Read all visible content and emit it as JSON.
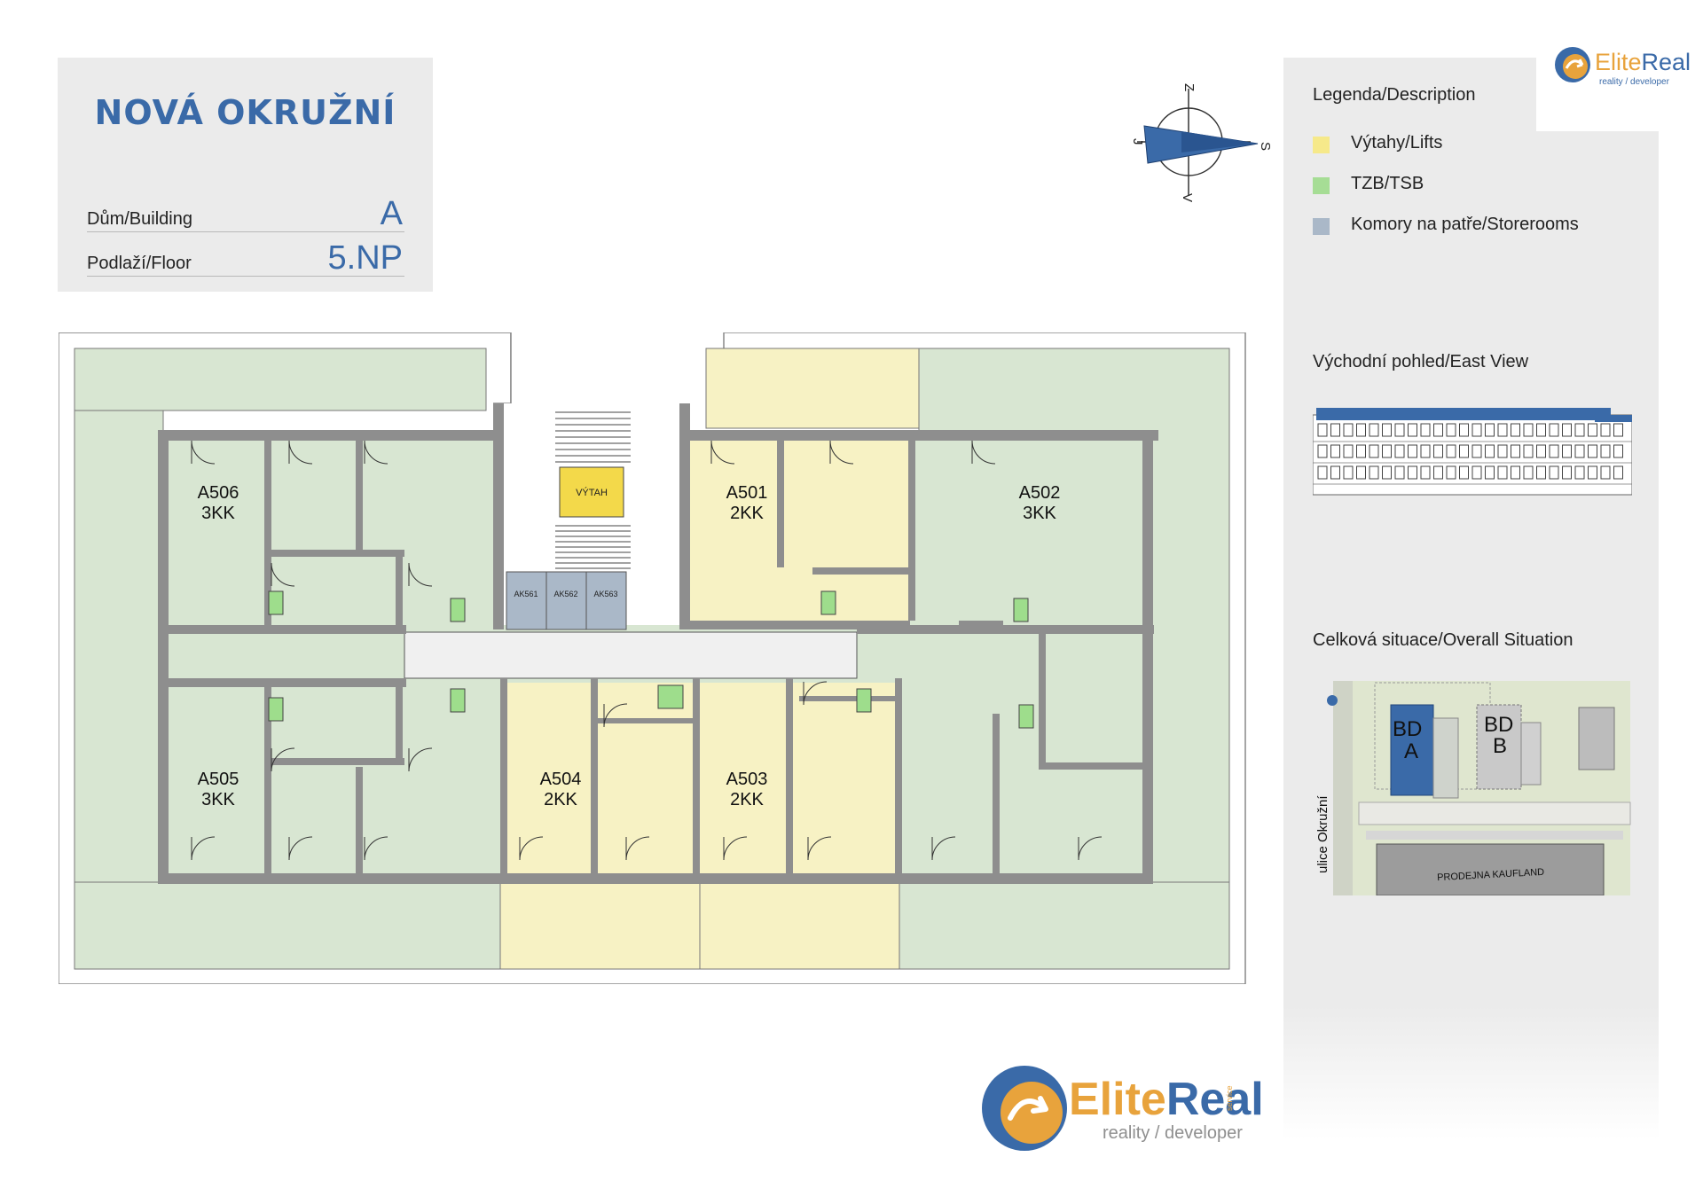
{
  "header": {
    "title": "NOVÁ OKRUŽNÍ",
    "building_label": "Dům/Building",
    "building_value": "A",
    "floor_label": "Podlaží/Floor",
    "floor_value": "5.NP"
  },
  "compass": {
    "letters": [
      "S",
      "J",
      "Z",
      "V"
    ]
  },
  "legend": {
    "title": "Legenda/Description",
    "items": [
      {
        "label": "Výtahy/Lifts",
        "color": "#f6e98a"
      },
      {
        "label": "TZB/TSB",
        "color": "#a6dd95"
      },
      {
        "label": "Komory na patře/Storerooms",
        "color": "#aab8c8"
      }
    ]
  },
  "east_view": {
    "title": "Východní pohled/East View"
  },
  "situation": {
    "title": "Celková situace/Overall Situation",
    "street": "ulice Okružní",
    "building_a": [
      "BD",
      "A"
    ],
    "building_b": [
      "BD",
      "B"
    ],
    "store": "PRODEJNA KAUFLAND"
  },
  "plan": {
    "lift_label": "VÝTAH",
    "storerooms": [
      "AK561",
      "AK562",
      "AK563"
    ],
    "apartments": [
      {
        "id": "A506",
        "type": "3KK"
      },
      {
        "id": "A501",
        "type": "2KK"
      },
      {
        "id": "A502",
        "type": "3KK"
      },
      {
        "id": "A505",
        "type": "3KK"
      },
      {
        "id": "A504",
        "type": "2KK"
      },
      {
        "id": "A503",
        "type": "2KK"
      }
    ],
    "colors": {
      "green": "#d8e6d2",
      "yellow": "#f7f2c4",
      "wall": "#8e8e8e",
      "fixture_green": "#9edd8c"
    }
  },
  "brand": {
    "name_part1": "Elite",
    "name_part2": "Real",
    "tagline": "reality / developer",
    "service": "service",
    "color_blue": "#3a6aa8",
    "color_orange": "#e8a33c"
  }
}
